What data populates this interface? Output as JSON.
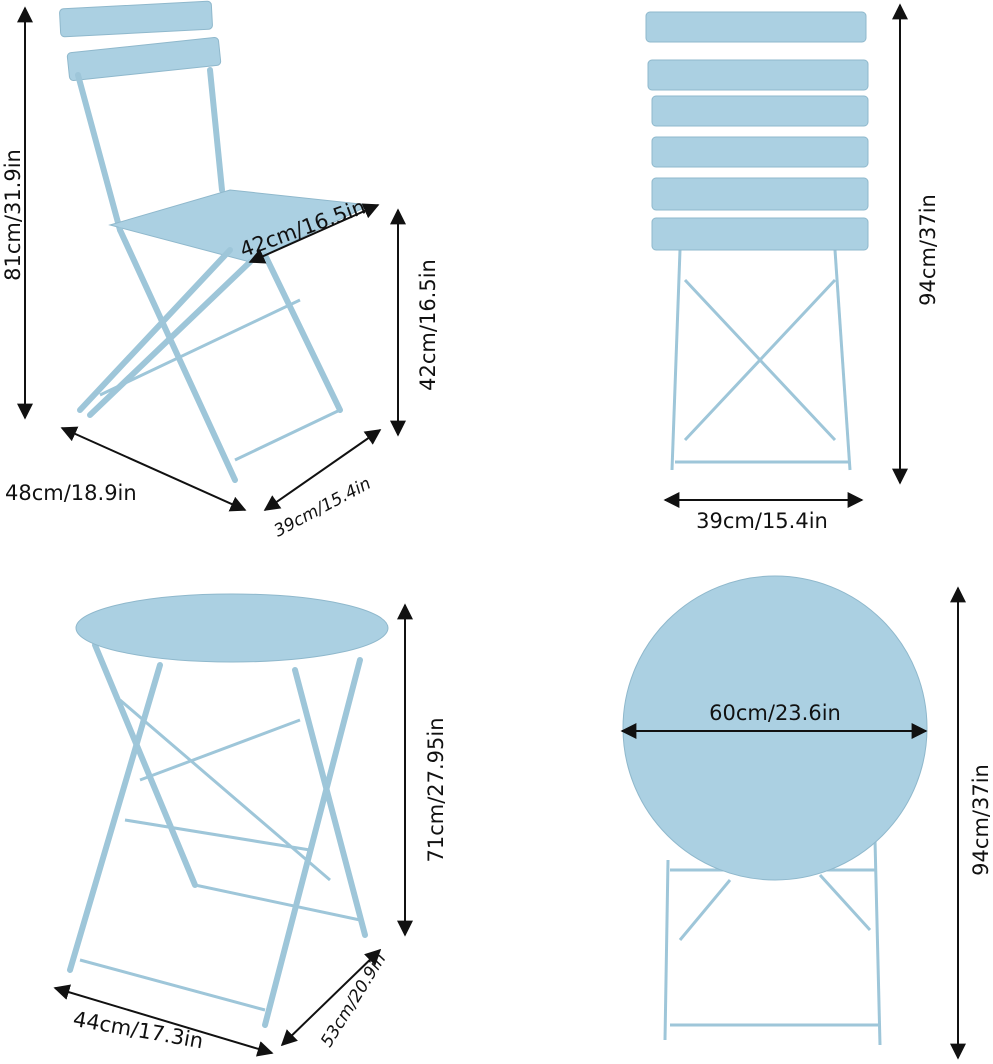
{
  "accent_color": "#abd0e2",
  "chair_side": {
    "height": "81cm/31.9in",
    "seat_width": "42cm/16.5in",
    "seat_height": "42cm/16.5in",
    "width": "48cm/18.9in",
    "depth": "39cm/15.4in"
  },
  "chair_folded": {
    "height": "94cm/37in",
    "width": "39cm/15.4in"
  },
  "table_open": {
    "height": "71cm/27.95in",
    "width": "44cm/17.3in",
    "depth": "53cm/20.9in"
  },
  "table_folded": {
    "diameter": "60cm/23.6in",
    "height": "94cm/37in"
  }
}
